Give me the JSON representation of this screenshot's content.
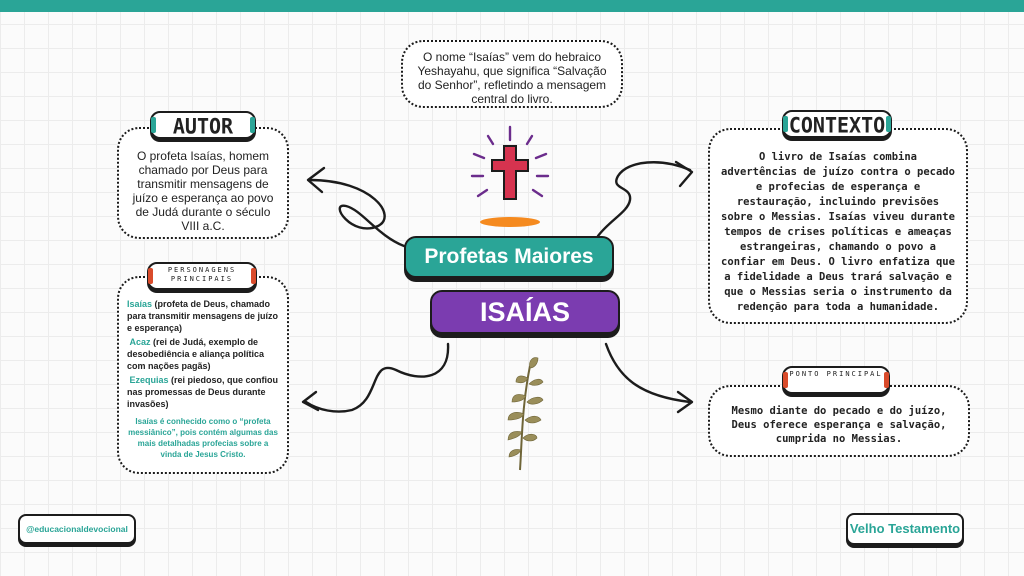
{
  "intro_note": "O nome “Isaías” vem do hebraico Yeshayahu, que significa “Salvação do Senhor”, refletindo a mensagem central do livro.",
  "autor": {
    "title": "AUTOR",
    "text": "O profeta Isaías, homem chamado por Deus para transmitir mensagens de juízo e esperança ao povo de Judá durante o século VIII a.C."
  },
  "personagens": {
    "title": "PERSONAGENS PRINCIPAIS",
    "items": [
      {
        "name": "Isaías",
        "desc": " (profeta de Deus, chamado para transmitir mensagens de juízo e esperança)"
      },
      {
        "name": "Acaz",
        "desc": " (rei de Judá, exemplo de desobediência e aliança política com nações pagãs)"
      },
      {
        "name": "Ezequias",
        "desc": " (rei piedoso, que confiou nas promessas de Deus durante invasões)"
      }
    ],
    "note": "Isaías é conhecido como o “profeta messiânico”, pois contém algumas das mais detalhadas profecias sobre a vinda de Jesus Cristo."
  },
  "center": {
    "subtitle": "Profetas Maiores",
    "title": "ISAÍAS"
  },
  "contexto": {
    "title": "CONTEXTO",
    "text": "O livro de Isaías combina advertências de juízo contra o pecado e profecias de esperança e restauração, incluindo previsões sobre o Messias. Isaías viveu durante tempos de crises políticas e ameaças estrangeiras, chamando o povo a confiar em Deus. O livro enfatiza que a fidelidade a Deus trará salvação e que o Messias seria o instrumento da redenção para toda a humanidade."
  },
  "ponto": {
    "title": "PONTO PRINCIPAL",
    "text": "Mesmo diante do pecado e do juízo, Deus oferece esperança e salvação, cumprida no Messias."
  },
  "footer": {
    "handle": "@educacionaldevocional",
    "section": "Velho Testamento"
  },
  "colors": {
    "teal": "#2aa597",
    "purple": "#7b3cb0",
    "red": "#d94b2b",
    "cross": "#d6334f",
    "rays": "#6b2c8c",
    "halo": "#f58a1f"
  },
  "icons": [
    "cross-icon",
    "olive-branch-icon"
  ]
}
